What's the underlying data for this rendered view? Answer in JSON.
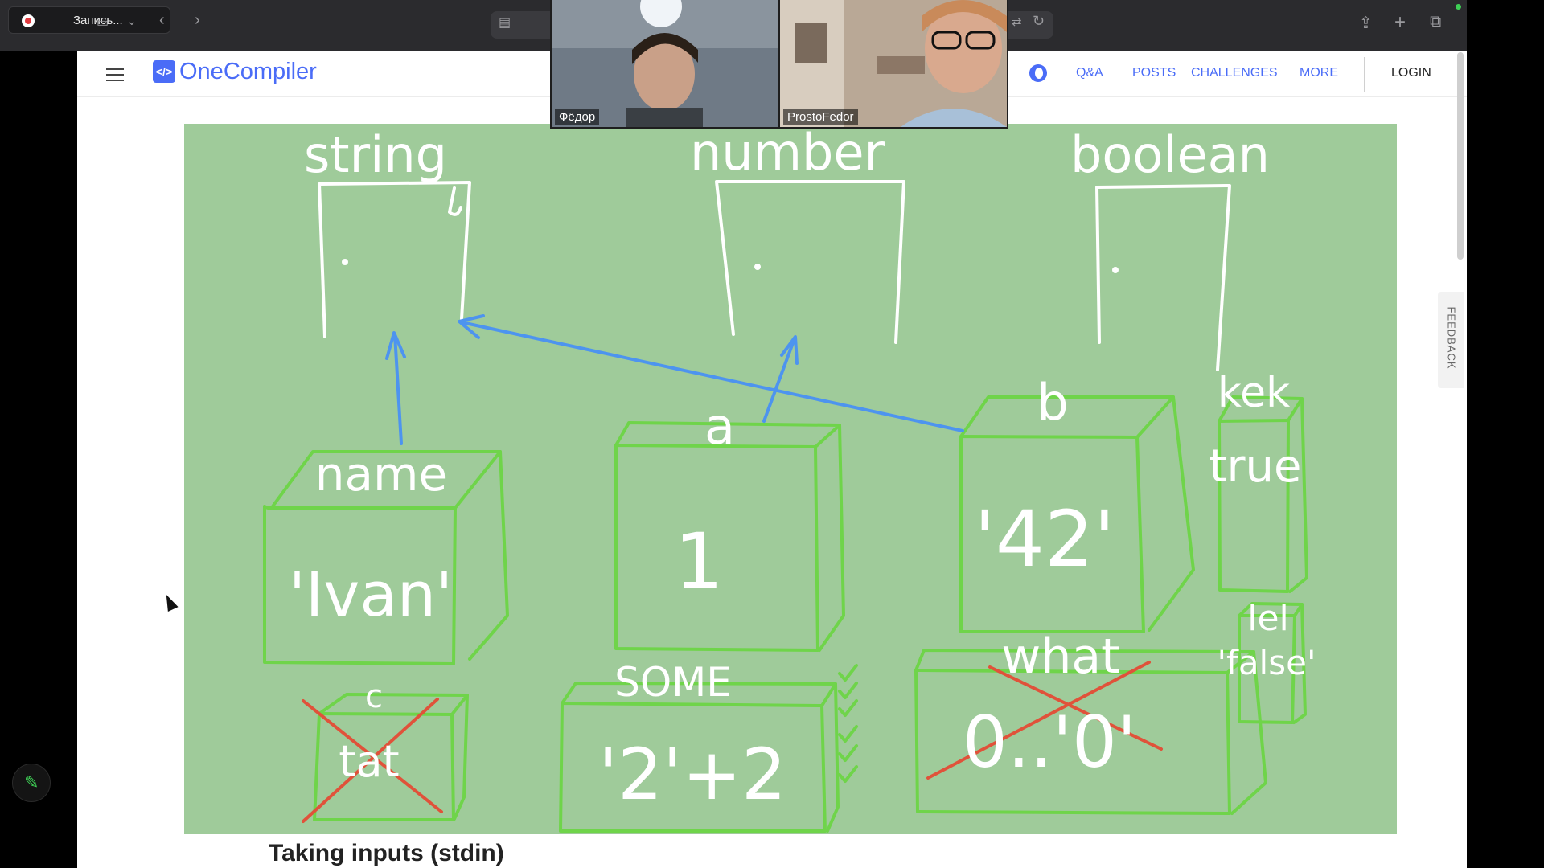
{
  "browser": {
    "recording_label": "Запись...",
    "toolbar_icons": [
      "record-icon",
      "sidebar-icon",
      "chevron-down-icon",
      "back-icon",
      "forward-icon",
      "reader-icon",
      "translate-icon",
      "reload-icon",
      "share-icon",
      "new-tab-icon",
      "tabs-overview-icon"
    ]
  },
  "header": {
    "logo_text": "OneCompiler",
    "logo_mark": "</>",
    "nav": [
      "Q&A",
      "POSTS",
      "CHALLENGES",
      "MORE"
    ],
    "login": "LOGIN",
    "brand_color": "#4a6cf7"
  },
  "feedback_tab": "FEEDBACK",
  "video_call": {
    "participants": [
      {
        "name": "Фёдор"
      },
      {
        "name": "ProstoFedor"
      }
    ]
  },
  "whiteboard": {
    "background": "#9fcb9a",
    "types": [
      "string",
      "number",
      "boolean"
    ],
    "boxes": [
      {
        "label": "name",
        "value": "'Ivan'"
      },
      {
        "label": "a",
        "value": "1"
      },
      {
        "label": "b",
        "value": "'42'"
      },
      {
        "label": "kek",
        "value": "true"
      },
      {
        "label": "lel",
        "value": "'false'"
      },
      {
        "label": "c",
        "value": "tat"
      },
      {
        "label": "SOME",
        "value": "'2'+2"
      },
      {
        "label": "what",
        "value": "0..'0'"
      }
    ]
  },
  "content": {
    "section_title": "Taking inputs (stdin)"
  }
}
